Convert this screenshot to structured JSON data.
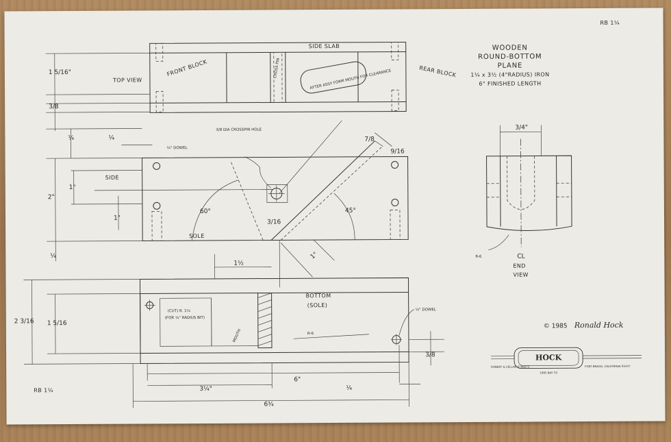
{
  "sheet_id_top": "RB 1¼",
  "sheet_id_bottom": "RB 1¼",
  "title": {
    "line1": "WOODEN",
    "line2": "ROUND-BOTTOM",
    "line3": "PLANE",
    "line4": "1¼ x 3½ (4\"RADIUS) IRON",
    "line5": "6\" FINISHED LENGTH"
  },
  "top_view": {
    "label": "TOP VIEW",
    "side_slab": "SIDE SLAB",
    "front_block": "FRONT BLOCK",
    "cross_pin": "CROSS PIN",
    "rear_block": "REAR BLOCK",
    "note": "AFTER ASSY FORM MOUTH FOR CLEARANCE",
    "dim_height": "1 5/16\"",
    "dim_side": "3/8"
  },
  "side_view": {
    "label": "SIDE",
    "sole": "SOLE",
    "dowel": "¼\" DOWEL",
    "crosspin": "3/8 DIA CROSSPIN HOLE",
    "dim_quarter_top": "¼",
    "dim_quarter_left": "¼",
    "dim_height": "2\"",
    "dim_one": "1\"",
    "dim_one_b": "1\"",
    "dim_quarter_bottom": "¼",
    "angle_bed": "45°",
    "angle_chip": "60°",
    "angle_45": "45°",
    "dim_7_8": "7/8",
    "dim_9_16": "9/16",
    "dim_3_16": "3/16",
    "dim_1_diag": "1\""
  },
  "bottom_view": {
    "label1": "BOTTOM",
    "label2": "(SOLE)",
    "dowel": "¼\" DOWEL",
    "cut_note1": "(CUT) R. 1¼",
    "cut_note2": "(FOR ¼\" RADIUS BIT)",
    "mouth": "MOUTH",
    "r6": "R-6",
    "dim_1_half": "1½",
    "dim_height": "2 3/16",
    "dim_inner": "1 5/16",
    "dim_3_4": "3¼\"",
    "dim_6": "6\"",
    "dim_quarter": "¼",
    "dim_6_3_4": "6¾",
    "dim_side": "3/8"
  },
  "end_view": {
    "dim_top": "3/4\"",
    "r6": "R-6",
    "cl": "CL",
    "label1": "END",
    "label2": "VIEW"
  },
  "credit": {
    "copyright": "© 1985",
    "signature": "Ronald Hock"
  },
  "logo": {
    "brand": "HOCK",
    "left": "ROBERT & CELLAR STREETS",
    "right": "FORT BRAGG, CALIFORNIA 95437",
    "sub": "1985 BAY TO"
  }
}
